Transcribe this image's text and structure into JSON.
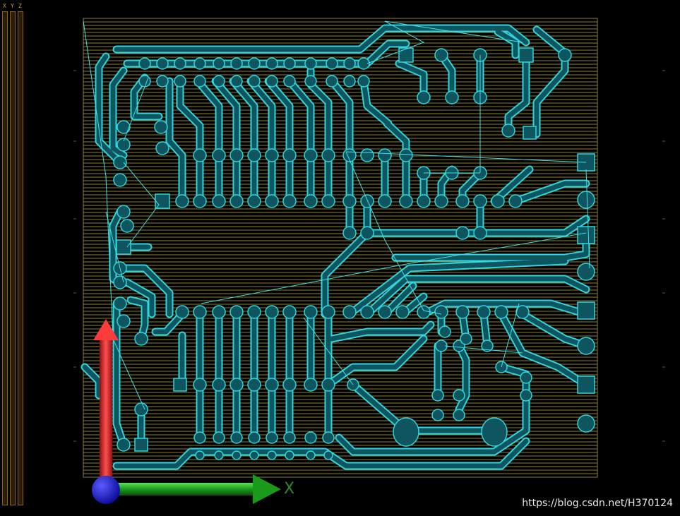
{
  "axis_panel": {
    "labels": [
      "X",
      "Y",
      "Z"
    ]
  },
  "gizmo": {
    "x_label": "X"
  },
  "watermark": "https://blog.csdn.net/H370124",
  "colors": {
    "background": "#000000",
    "board_lines": "#b8a84a",
    "copper": "#0e5560",
    "copper_outline": "#2fd6de",
    "ratsnest": "#3fe0e8",
    "x_axis_arrow": "#1a8a1a",
    "y_axis_arrow": "#e02020",
    "origin_sphere": "#1a1ad8",
    "axis_panel": "#c89b3c"
  }
}
